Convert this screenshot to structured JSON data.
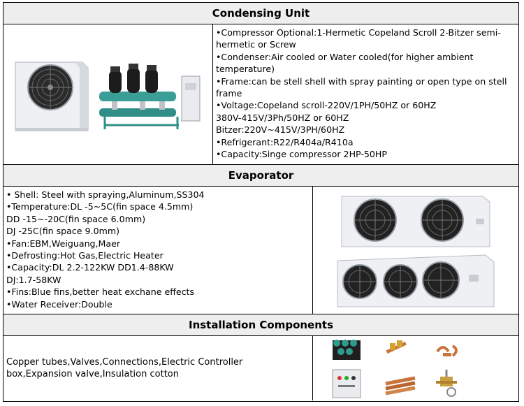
{
  "condensing": {
    "title": "Condensing Unit",
    "lines": [
      "•Compressor Optional:1-Hermetic Copeland Scroll 2-Bitzer semi-hermetic or Screw",
      "•Condenser:Air cooled or Water cooled(for higher ambient temperature)",
      "•Frame:can be stell shell with spray painting or open type on stell frame",
      "•Voltage:Copeland scroll-220V/1PH/50HZ or 60HZ",
      "380V-415V/3Ph/50HZ or 60HZ",
      "Bitzer:220V~415V/3PH/60HZ",
      "•Refrigerant:R22/R404a/R410a",
      "•Capacity:Singe compressor 2HP-50HP"
    ]
  },
  "evaporator": {
    "title": "Evaporator",
    "lines": [
      "• Shell: Steel with spraying,Aluminum,SS304",
      "•Temperature:DL -5~5C(fin space 4.5mm)",
      "DD -15~-20C(fin space 6.0mm)",
      "DJ -25C(fin space 9.0mm)",
      "•Fan:EBM,Weiguang,Maer",
      "•Defrosting:Hot Gas,Electric Heater",
      "•Capacity:DL 2.2-122KW DD1.4-88KW",
      "DJ:1.7-58KW",
      "•Fins:Blue fins,better heat exchane effects",
      "•Water Receiver:Double"
    ]
  },
  "installation": {
    "title": "Installation Components",
    "description": "Copper tubes,Valves,Connections,Electric Controller box,Expansion valve,Insulation cotton"
  },
  "colors": {
    "header_bg": "#eeeeee",
    "border": "#000000",
    "copper": "#c8743c",
    "unit_white": "#e8eaee",
    "compressor_black": "#1c1c1c",
    "frame_teal": "#2f8f88"
  },
  "icons": [
    "condensing-unit-image",
    "evaporator-image",
    "insulation-tubes-image",
    "valves-image",
    "copper-fittings-image",
    "controller-box-image",
    "copper-pipes-image",
    "expansion-valve-image"
  ]
}
